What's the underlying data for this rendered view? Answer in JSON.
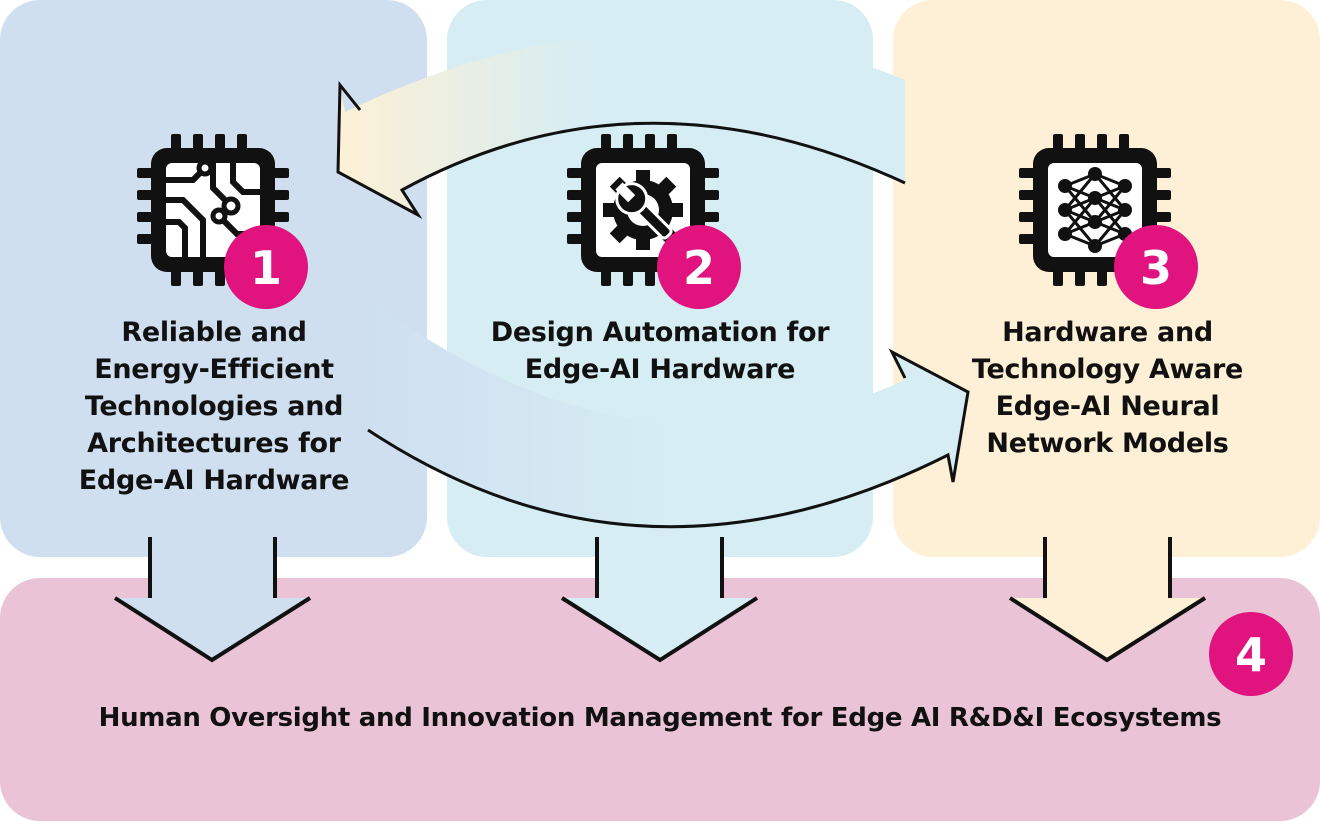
{
  "colors": {
    "pillar_1": "#cfdff0",
    "pillar_2": "#d5edf3",
    "pillar_3": "#fdf0d6",
    "foundation": "#eac4d6",
    "badge": "#e0137f",
    "ink": "#111111"
  },
  "pillars": [
    {
      "number": "1",
      "icon": "circuit-chip-icon",
      "lines": [
        "Reliable and",
        "Energy-Efficient",
        "Technologies and",
        "Architectures for",
        "Edge-AI Hardware"
      ]
    },
    {
      "number": "2",
      "icon": "gear-wrench-chip-icon",
      "lines": [
        "Design Automation for",
        "Edge-AI Hardware"
      ]
    },
    {
      "number": "3",
      "icon": "neural-network-chip-icon",
      "lines": [
        "Hardware and",
        "Technology Aware",
        "Edge-AI Neural",
        "Network Models"
      ]
    }
  ],
  "foundation": {
    "number": "4",
    "label": "Human Oversight and Innovation Management for Edge AI R&D&I Ecosystems"
  }
}
